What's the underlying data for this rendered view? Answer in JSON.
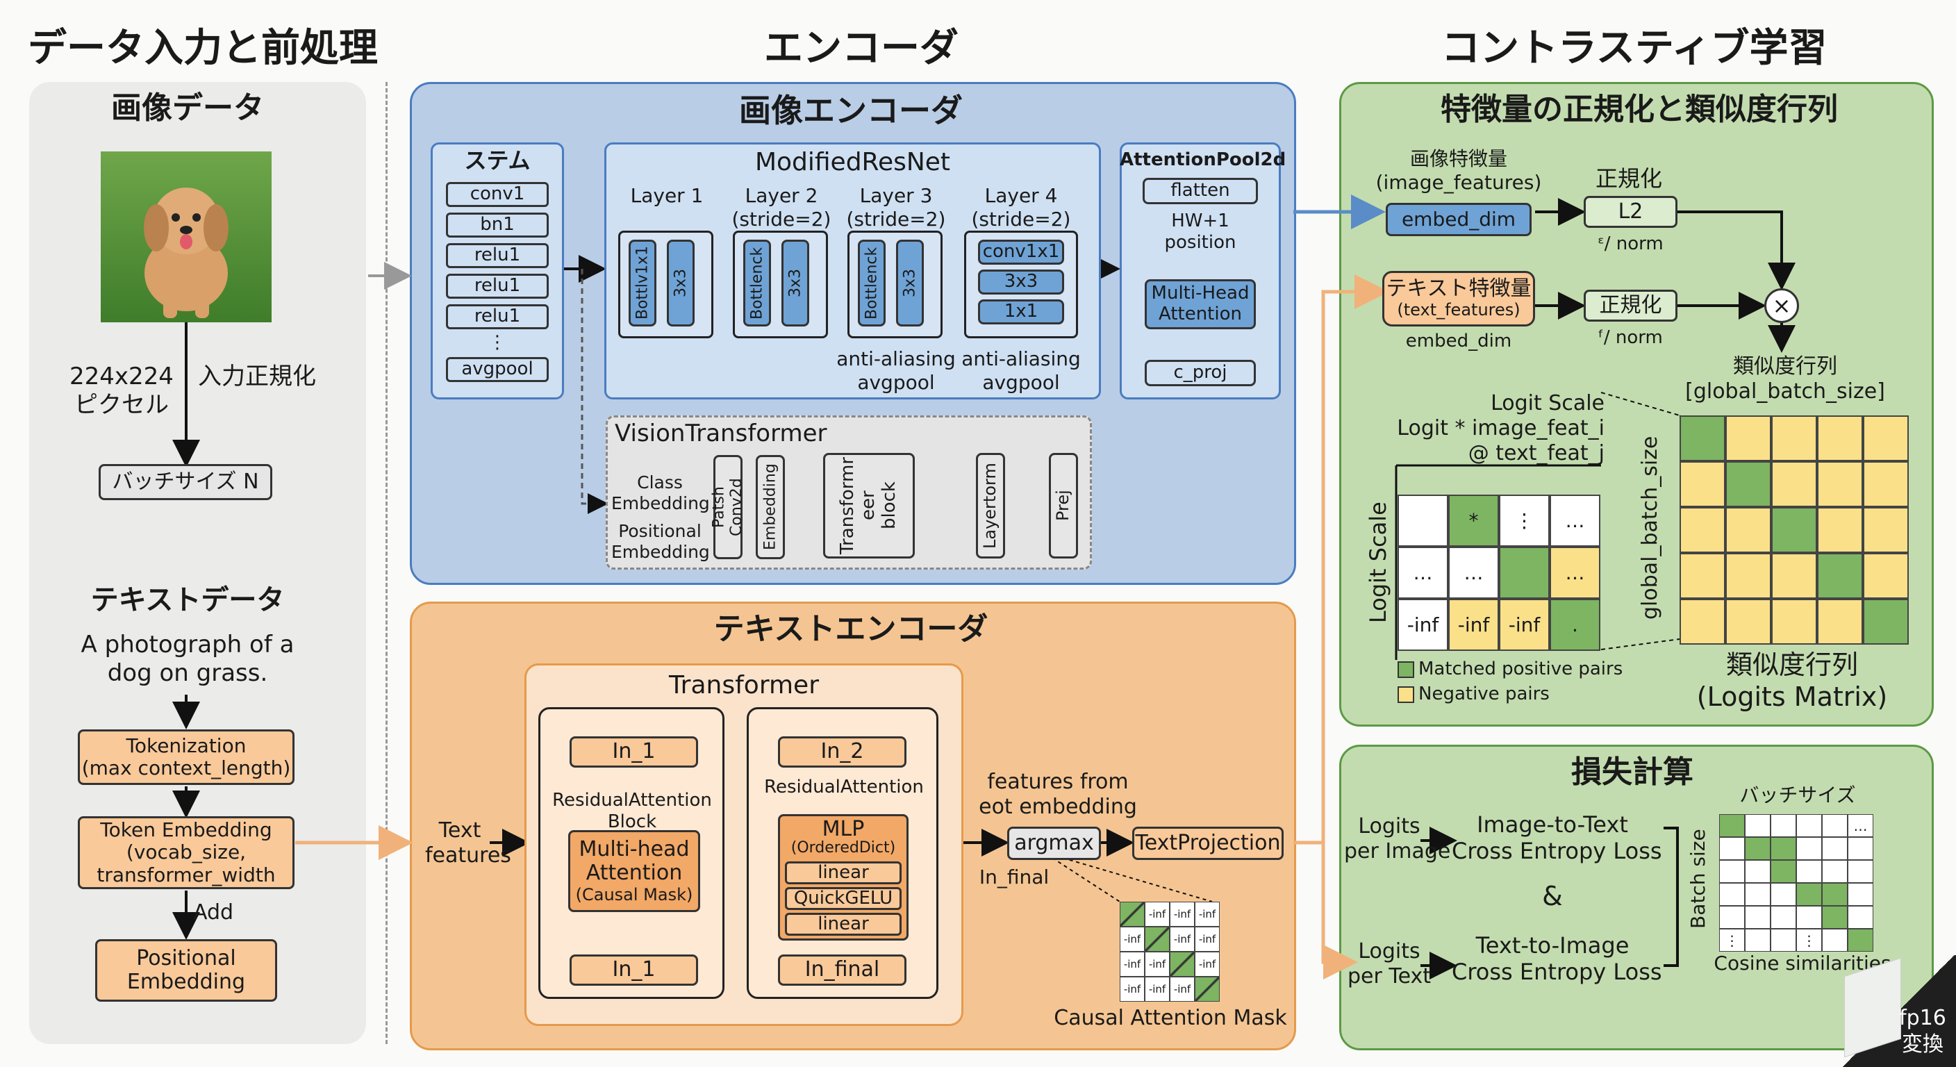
{
  "headers": {
    "data_input": "データ入力と前処理",
    "encoder": "エンコーダ",
    "contrastive": "コントラスティブ学習"
  },
  "left": {
    "image_title": "画像データ",
    "size_label": "224x224\nピクセル",
    "normalize_label": "入力正規化",
    "batch_label": "バッチサイズ N",
    "text_title": "テキストデータ",
    "text_sample": "A photograph of a\ndog on grass.",
    "tokenization": "Tokenization\n(max context_length)",
    "token_embedding": "Token Embedding\n(vocab_size,\ntransformer_width",
    "add_label": "Add",
    "positional": "Positional\nEmbedding"
  },
  "image_encoder": {
    "title": "画像エンコーダ",
    "stem_title": "ステム",
    "stem_items": [
      "conv1",
      "bn1",
      "relu1",
      "relu1",
      "relu1",
      "⋮",
      "avgpool"
    ],
    "resnet_title": "ModifiedResNet",
    "layers": [
      "Layer 1",
      "Layer 2\n(stride=2)",
      "Layer 3\n(stride=2)",
      "Layer 4\n(stride=2)"
    ],
    "bottleneck_labels": [
      "Bottlv1x1",
      "Bottlenck",
      "Bottlenck"
    ],
    "conv3x3": "3x3",
    "layer4_items": [
      "conv1x1",
      "3x3",
      "1x1"
    ],
    "anti_alias": "anti-aliasing\navgpool",
    "attnpool_title": "AttentionPool2d",
    "flatten": "flatten",
    "hw_position": "HW+1\nposition",
    "mha": "Multi-Head\nAttention",
    "c_proj": "c_proj",
    "vit_title": "VisionTransformer",
    "class_emb": "Class\nEmbedding",
    "pos_emb": "Positional\nEmbedding",
    "patch_conv": "Patsh Conv2d",
    "embedding": "Embedding",
    "transformer_block": "Transformr\neer\nblock",
    "layernorm": "Layertorm",
    "proj": "Prej"
  },
  "text_encoder": {
    "title": "テキストエンコーダ",
    "transformer_title": "Transformer",
    "text_features": "Text\nfeatures",
    "ln1_top": "In_1",
    "ln1_bottom": "In_1",
    "ln2": "In_2",
    "ln_final": "In_final",
    "res_block1": "ResidualAttention\nBlock",
    "res_block2": "ResidualAttention",
    "mha": "Multi-head\nAttention",
    "causal": "(Causal Mask)",
    "mlp": "MLP",
    "ordered": "(OrderedDict)",
    "mlp_items": [
      "linear",
      "QuickGELU",
      "linear"
    ],
    "features_eot": "features from\neot embedding",
    "argmax": "argmax",
    "ln_final_label": "In_final",
    "text_projection": "TextProjection",
    "mask_caption": "Causal Attention Mask",
    "mask_neg": "-inf"
  },
  "norm_panel": {
    "title": "特徴量の正規化と類似度行列",
    "image_features": "画像特徴量\n(image_features)",
    "embed_dim": "embed_dim",
    "normalize": "正規化",
    "l2": "L2",
    "norm_label": "ᵋ/ norm",
    "text_features": "テキスト特徴量",
    "text_features_en": "(text_features)",
    "embed_dim2": "embed_dim",
    "normalize2": "正規化",
    "norm_label2": "ᶠ/ norm",
    "multiply": "×",
    "sim_title": "類似度行列\n[global_batch_size]",
    "logit_formula": "Logit Scale\nLogit * image_feat_i\n@ text_feat_j",
    "logit_scale_axis": "Logit Scale",
    "small_matrix": [
      [
        "",
        "*",
        "⋮",
        "…"
      ],
      [
        "…",
        "…",
        "",
        "…"
      ],
      [
        "-inf",
        "-inf",
        "-inf",
        "."
      ]
    ],
    "gbs_axis": "global_batch_size",
    "legend_matched": "Matched positive pairs",
    "legend_negative": "Negative pairs",
    "matrix_caption": "類似度行列\n(Logits Matrix)"
  },
  "loss_panel": {
    "title": "損失計算",
    "logits_image": "Logits\nper Image",
    "logits_text": "Logits\nper Text",
    "i2t_loss": "Image-to-Text\nCross Entropy Loss",
    "and": "&",
    "t2i_loss": "Text-to-Image\nCross Entropy Loss",
    "batch_size_top": "バッチサイズ",
    "batch_size_side": "Batch size",
    "cosine": "Cosine similarities",
    "dots": "…",
    "vdots": "⋮"
  },
  "badge": {
    "line1": "fp16",
    "line2": "変換"
  },
  "colors": {
    "blue_panel": "#b9cde6",
    "orange_panel": "#f4c592",
    "green_panel": "#c3dcaf",
    "matched": "#7db562",
    "negative": "#fbe08a",
    "arrow_blue": "#5a8cc8",
    "arrow_orange": "#f0b27a"
  }
}
